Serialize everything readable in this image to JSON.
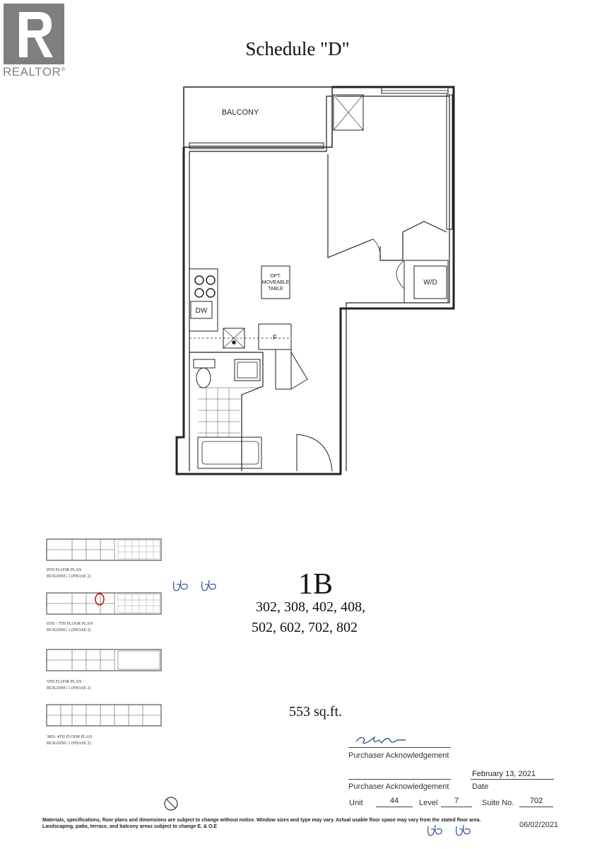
{
  "logo": {
    "name": "REALTOR",
    "mark": "®"
  },
  "title": "Schedule \"D\"",
  "plan": {
    "balcony": "BALCONY",
    "table": [
      "OPT.",
      "MOVEABLE",
      "TABLE"
    ],
    "dishwasher": "DW",
    "fridge": "F",
    "washer_dryer": "W/D"
  },
  "key_plans": [
    {
      "label": "8TH FLOOR PLAN",
      "building": "BUILDING 1 (PHASE 2)"
    },
    {
      "label": "6TH - 7TH FLOOR PLAN",
      "building": "BUILDING 1 (PHASE 2)"
    },
    {
      "label": "5TH FLOOR PLAN",
      "building": "BUILDING 1 (PHASE 2)"
    },
    {
      "label": "3RD- 4TH FLOOR PLAN",
      "building": "BUILDING 1 (PHASE 2)"
    }
  ],
  "unit_type": "1B",
  "suites_line1": "302, 308, 402, 408,",
  "suites_line2": "502, 602, 702, 802",
  "area": "553 sq.ft.",
  "acknowledgement": {
    "label1": "Purchaser Acknowledgement",
    "label2": "Purchaser Acknowledgement",
    "date_value": "February 13, 2021",
    "date_label": "Date",
    "unit_label": "Unit",
    "unit_value": "44",
    "level_label": "Level",
    "level_value": "7",
    "suite_label": "Suite No.",
    "suite_value": "702"
  },
  "disclaimer": {
    "line1": "Materials, specifications, floor plans and dimensions are subject to change without notice. Window sizes and type may vary. Actual usable floor space may vary from the stated floor area.",
    "line2": "Landscaping, patio, terrace, and balcony areas subject to change E. & O.E"
  },
  "doc_date": "06/02/2021"
}
